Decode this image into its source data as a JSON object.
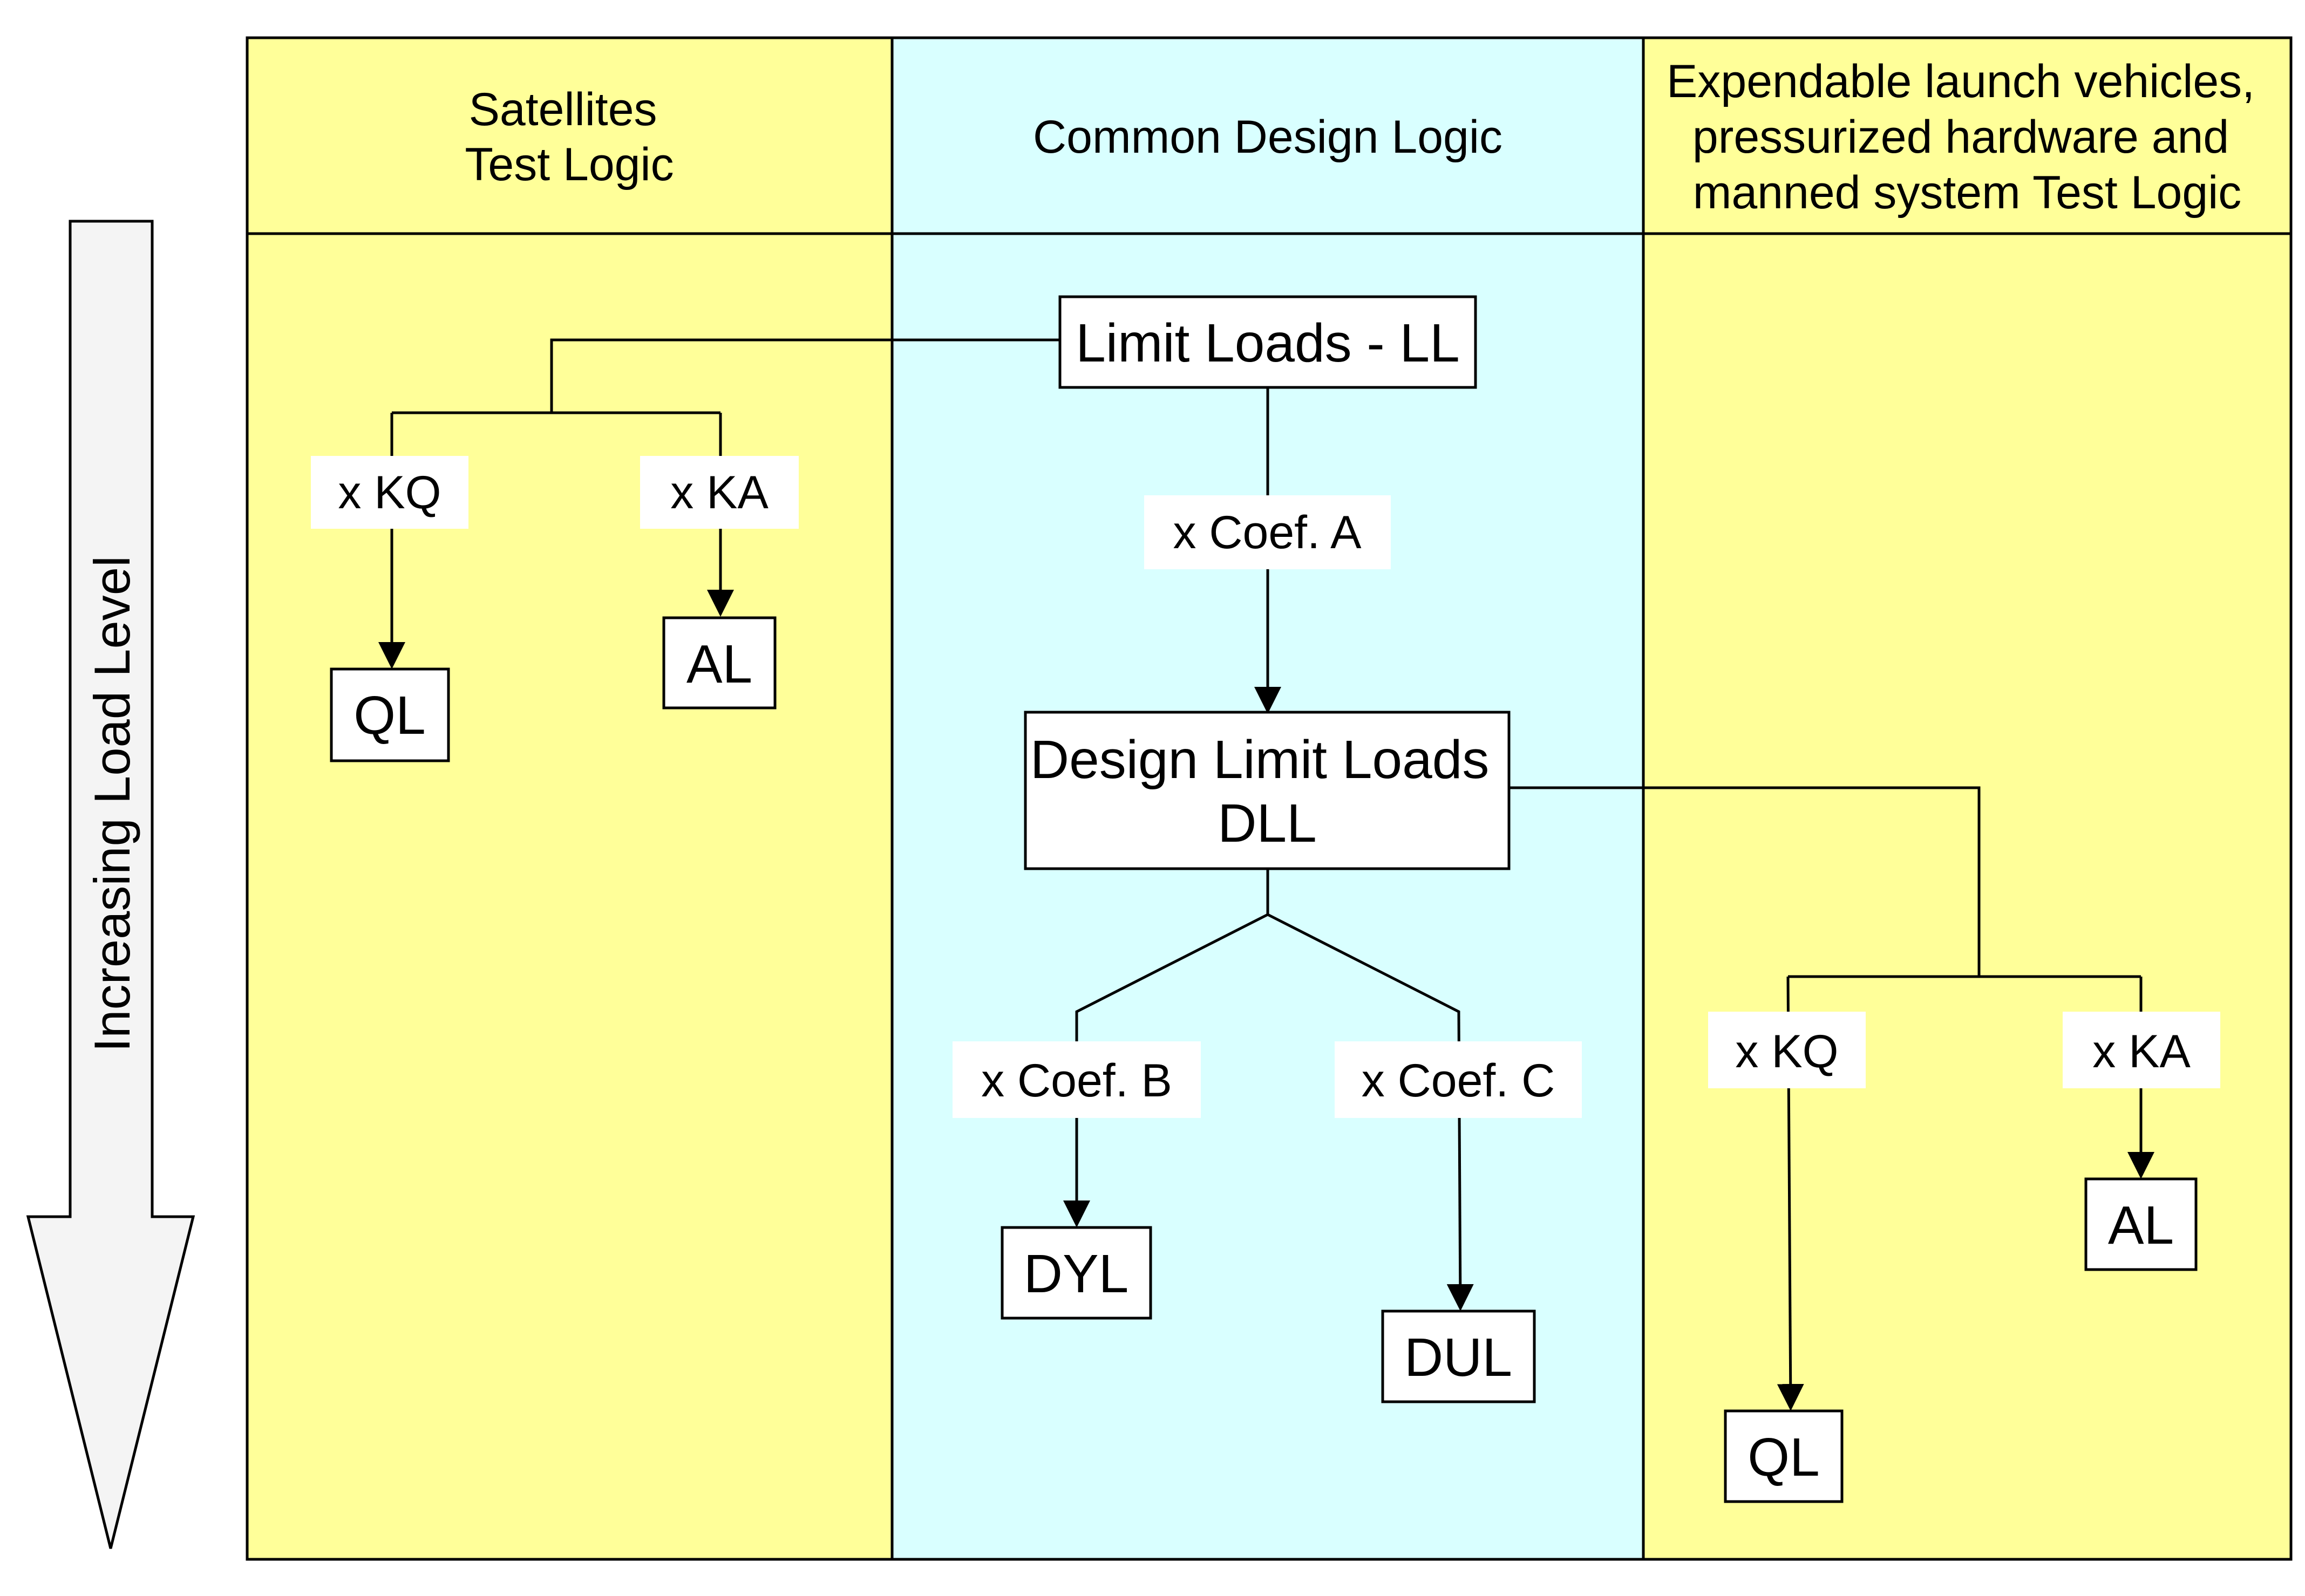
{
  "colors": {
    "side_columns": "#ffff99",
    "middle_column": "#d9ffff",
    "label_bg": "#ffffff",
    "stroke": "#000000",
    "arrow_fill": "#f4f4f4"
  },
  "side_arrow_label": "Increasing Load Level",
  "columns": {
    "left": {
      "header": [
        "Satellites",
        "Test Logic"
      ]
    },
    "middle": {
      "header": [
        "Common Design Logic"
      ]
    },
    "right": {
      "header": [
        "Expendable launch vehicles,",
        "pressurized hardware and",
        "manned system Test Logic"
      ]
    }
  },
  "nodes": {
    "limit_loads": "Limit Loads - LL",
    "design_limit_loads": [
      "Design Limit Loads",
      "DLL"
    ],
    "left_ql": "QL",
    "left_al": "AL",
    "dyl": "DYL",
    "dul": "DUL",
    "right_ql": "QL",
    "right_al": "AL"
  },
  "edge_labels": {
    "left_kq": "x KQ",
    "left_ka": "x KA",
    "coef_a": "x Coef. A",
    "coef_b": "x Coef. B",
    "coef_c": "x Coef. C",
    "right_kq": "x KQ",
    "right_ka": "x KA"
  }
}
